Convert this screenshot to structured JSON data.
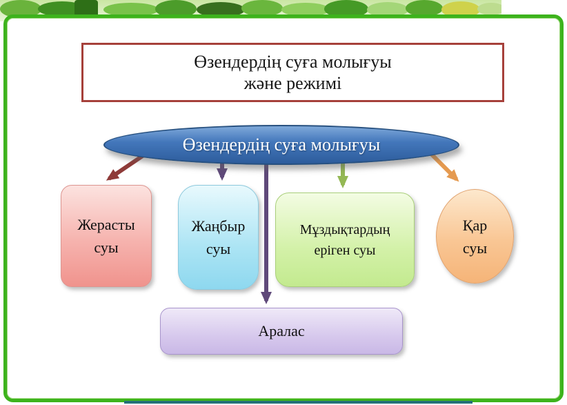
{
  "slide": {
    "title": {
      "line1": "Өзендердің суға молығуы",
      "line2": "және режимі"
    },
    "root": {
      "label": "Өзендердің суға молығуы"
    },
    "nodes": [
      {
        "line1": "Жерасты",
        "line2": "суы"
      },
      {
        "line1": "Жаңбыр",
        "line2": "суы"
      },
      {
        "line1": "Мұздықтардың",
        "line2": "еріген суы"
      },
      {
        "line1": "Қар",
        "line2": "суы"
      }
    ],
    "mixed": {
      "label": "Аралас"
    },
    "colors": {
      "frame_green": "#3db31c",
      "title_border": "#a6403a",
      "root_fill": "#4377bb",
      "node_pink": "#f6b3ae",
      "node_cyan": "#abe4f4",
      "node_green": "#d3f1a8",
      "node_orange": "#f9c694",
      "mixed_purple": "#d7c9ed",
      "arrow_red": "#8e3a38",
      "arrow_purple": "#5f497a",
      "arrow_green": "#94b854",
      "arrow_orange": "#e59a50"
    }
  }
}
